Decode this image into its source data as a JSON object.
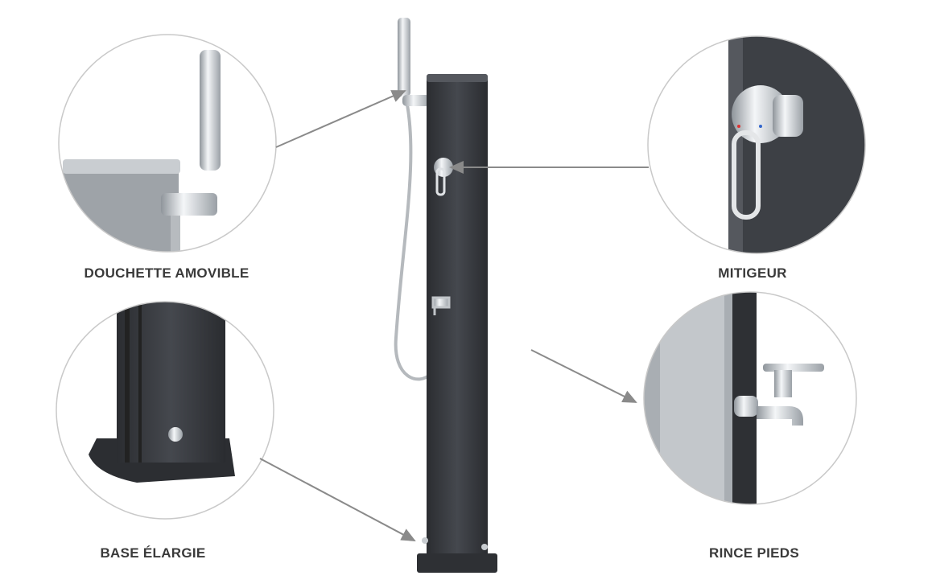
{
  "features": [
    {
      "id": "douchette",
      "label": "DOUCHETTE AMOVIBLE"
    },
    {
      "id": "mitigeur",
      "label": "MITIGEUR"
    },
    {
      "id": "base",
      "label": "BASE ÉLARGIE"
    },
    {
      "id": "rince",
      "label": "RINCE PIEDS"
    }
  ],
  "colors": {
    "column": "#3b3d42",
    "chrome": "#c8ccd0",
    "arrow": "#8a8a8a",
    "label": "#3a3a3a"
  }
}
